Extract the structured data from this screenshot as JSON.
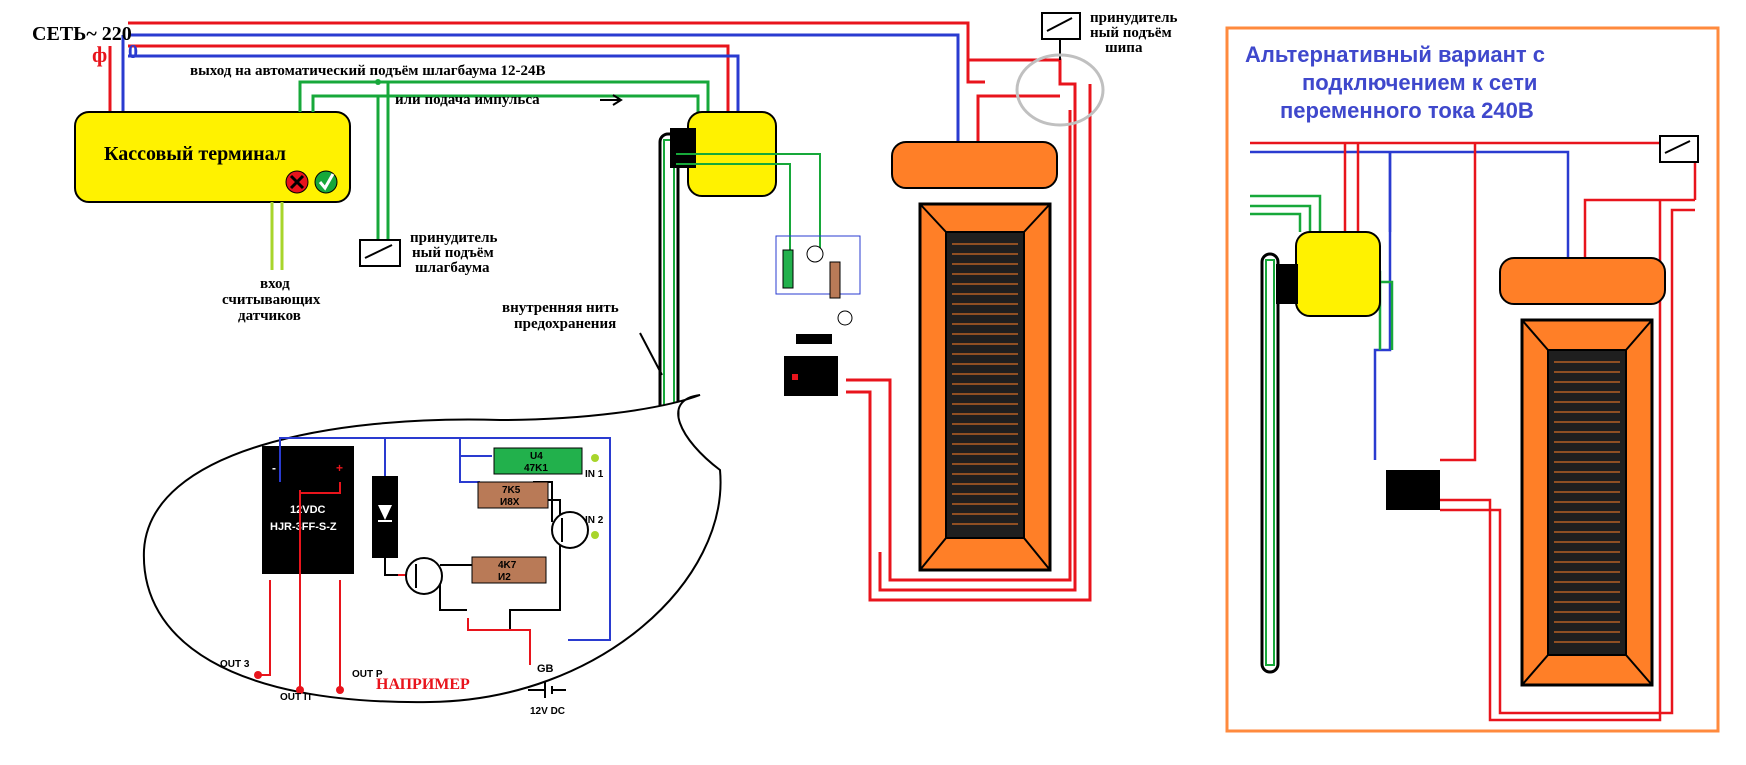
{
  "mains": {
    "network_label": "СЕТЬ~ 220",
    "phase_label": "ф",
    "zero_label": "0"
  },
  "labels": {
    "auto_output": "выход на автоматический подъём шлагбаума 12-24В",
    "impulse": "или подача импульса",
    "cash_terminal": "Кассовый терминал",
    "sensor_input": [
      "вход",
      "считывающих",
      "датчиков"
    ],
    "forced_barrier": [
      "принудитель",
      "ный подъём",
      "шлагбаума"
    ],
    "forced_spike": [
      "принудитель",
      "ный подъём",
      "шипа"
    ],
    "fuse_thread": [
      "внутренняя нить",
      "предохранения"
    ],
    "example": "НАПРИМЕР"
  },
  "alternative": {
    "title": [
      "Альтернативный вариант с",
      "подключением к сети",
      "переменного тока 240В"
    ]
  },
  "circuit": {
    "relay": {
      "voltage": "12VDC",
      "model": "HJR-3FF-S-Z",
      "minus": "-",
      "plus": "+"
    },
    "resistors": [
      {
        "line1": "U4",
        "line2": "47K1"
      },
      {
        "line1": "7K5",
        "line2": "И8Х"
      },
      {
        "line1": "4K7",
        "line2": "И2"
      }
    ],
    "inputs": [
      "IN 1",
      "IN 2"
    ],
    "outputs": [
      "OUT 3",
      "OUT П",
      "OUT P"
    ],
    "battery": {
      "label": "GB",
      "voltage": "12V DC"
    }
  },
  "colors": {
    "phase": "#e8141c",
    "zero": "#2a3bd0",
    "signal": "#17a83a",
    "sensor": "#a8d52b",
    "terminal": "#fff200",
    "barrier": "#ff7f27",
    "alt_frame": "#ff8a3d",
    "alt_title": "#3f48cc",
    "resistor_green": "#22b14c",
    "resistor_brown": "#b97a57"
  }
}
